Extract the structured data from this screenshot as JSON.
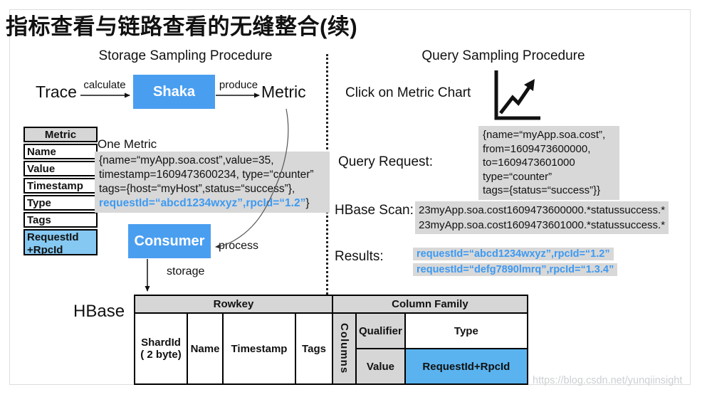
{
  "title": "指标查看与链路查看的无缝整合(续)",
  "left": {
    "heading": "Storage Sampling Procedure",
    "flow": {
      "trace": "Trace",
      "calculate_label": "calculate",
      "shaka": "Shaka",
      "produce_label": "produce",
      "metric": "Metric"
    },
    "metric_table": {
      "header": "Metric",
      "rows": [
        "Name",
        "Value",
        "Timestamp",
        "Type",
        "Tags"
      ],
      "highlight_line1": "RequestId",
      "highlight_line2": "+RpcId"
    },
    "one_metric": {
      "label": "One Metric",
      "line1": "{name=“myApp.soa.cost”,value=35,",
      "line2": "timestamp=1609473600234, type=“counter”",
      "line3": "tags={host=“myHost”,status=“success”},",
      "line4_blue": "requestId=“abcd1234wxyz”,rpcId=“1.2”",
      "line4_suffix": "}"
    },
    "consumer": "Consumer",
    "process_label": "process",
    "storage_label": "storage",
    "hbase_label": "HBase",
    "hbase_table": {
      "rowkey_header": "Rowkey",
      "column_family_header": "Column Family",
      "shardid_line1": "ShardId",
      "shardid_line2": "( 2 byte)",
      "name": "Name",
      "timestamp": "Timestamp",
      "tags": "Tags",
      "columns_label": "Columns",
      "qualifier": "Qualifier",
      "type": "Type",
      "value": "Value",
      "requestid_rpcid": "RequestId+RpcId"
    }
  },
  "right": {
    "heading": "Query Sampling Procedure",
    "click_label": "Click on Metric Chart",
    "chart_icon": "line-chart-icon",
    "query_request_label": "Query Request:",
    "query_request_lines": [
      "{name=“myApp.soa.cost”,",
      "from=1609473600000,",
      "to=1609473601000",
      "type=“counter”",
      "tags={status=“success”}}"
    ],
    "hbase_scan_label": "HBase Scan:",
    "hbase_scan_lines": [
      "23myApp.soa.cost1609473600000.*statussuccess.*",
      "23myApp.soa.cost1609473601000.*statussuccess.*"
    ],
    "results_label": "Results:",
    "results_lines": [
      "requestId=“abcd1234wxyz”,rpcId=“1.2”",
      "requestId=“defg7890lmrq”,rpcId=“1.3.4”"
    ]
  },
  "watermark": "https://blog.csdn.net/yunqiinsight",
  "colors": {
    "primary_blue": "#4a9ef0",
    "light_blue_cell": "#85c8f1",
    "table_blue_cell": "#5ab3ee",
    "gray_block": "#d8d8d8",
    "header_gray": "#d6d6d6",
    "blue_text": "#3d9af2"
  }
}
